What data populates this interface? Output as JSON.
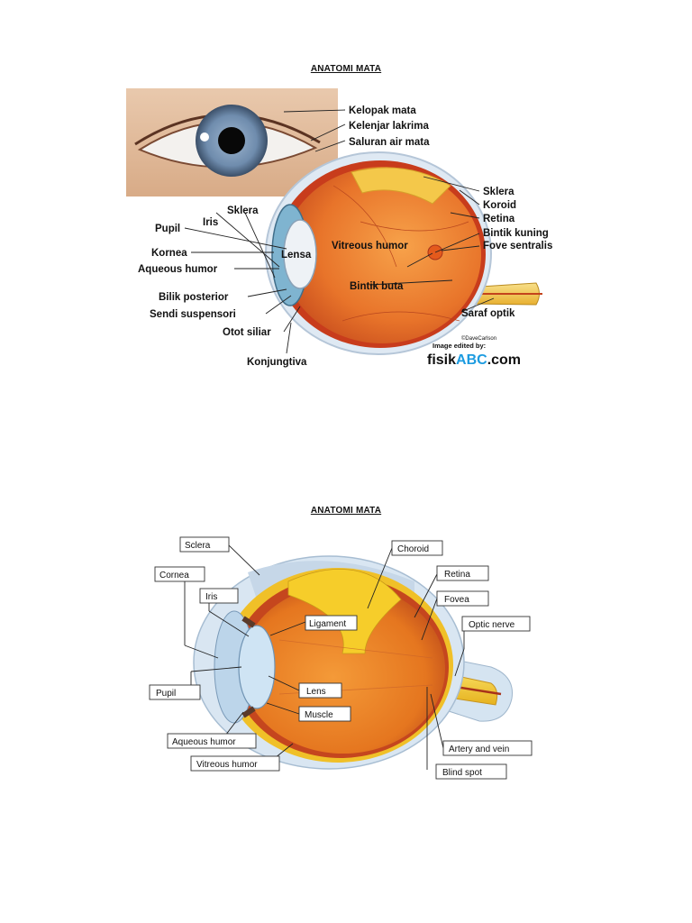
{
  "page": {
    "title_top": "ANATOMI MATA",
    "title_bottom": "ANATOMI MATA"
  },
  "diagram_top": {
    "labels": {
      "kelopak_mata": "Kelopak mata",
      "kelenjar_lakrima": "Kelenjar lakrima",
      "saluran_air_mata": "Saluran air mata",
      "sklera_right": "Sklera",
      "koroid": "Koroid",
      "retina": "Retina",
      "bintik_kuning": "Bintik kuning",
      "fove_sentralis": "Fove sentralis",
      "saraf_optik": "Saraf optik",
      "sklera_left": "Sklera",
      "iris": "Iris",
      "pupil": "Pupil",
      "kornea": "Kornea",
      "aqueous_humor": "Aqueous humor",
      "bilik_posterior": "Bilik posterior",
      "sendi_suspensori": "Sendi suspensori",
      "otot_siliar": "Otot siliar",
      "konjungtiva": "Konjungtiva",
      "lensa": "Lensa",
      "vitreous_humor": "Vitreous humor",
      "bintik_buta": "Bintik buta"
    },
    "credit": "©DaveCarlson",
    "edited_by": "Image edited by:",
    "logo_prefix": "fisik",
    "logo_mid": "ABC",
    "logo_suffix": ".com",
    "colors": {
      "logo_accent": "#1c9be0",
      "eyeball": "#e8742a",
      "sclera": "#e6eef6"
    }
  },
  "diagram_bottom": {
    "labels": {
      "sclera": "Sclera",
      "choroid": "Choroid",
      "cornea": "Cornea",
      "retina": "Retina",
      "iris": "Iris",
      "fovea": "Fovea",
      "ligament": "Ligament",
      "optic_nerve": "Optic nerve",
      "pupil": "Pupil",
      "lens": "Lens",
      "muscle": "Muscle",
      "aqueous_humor": "Aqueous humor",
      "artery_and_vein": "Artery and vein",
      "vitreous_humor": "Vitreous humor",
      "blind_spot": "Blind spot"
    }
  }
}
